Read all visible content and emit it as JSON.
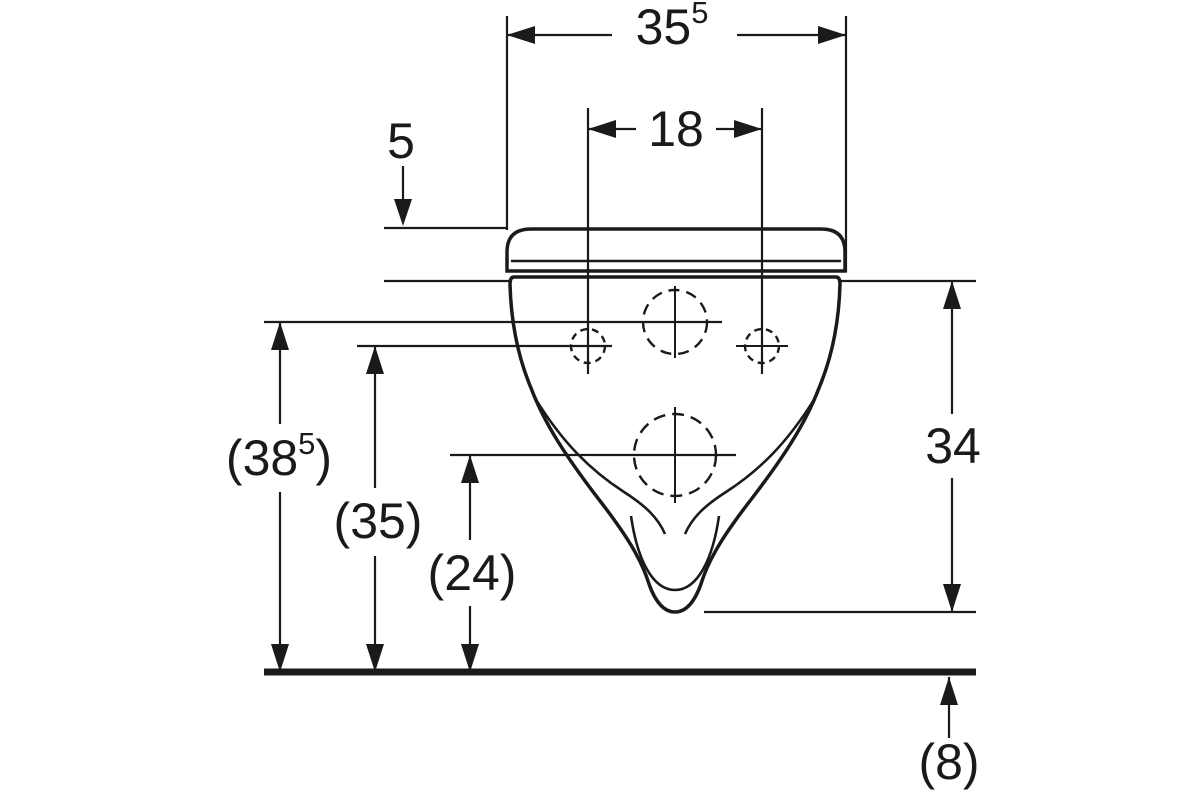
{
  "diagram": {
    "title": "wall-hung toilet front view dimensional drawing",
    "colors": {
      "line": "#1a1a1a",
      "background": "#ffffff"
    },
    "dimensions": {
      "width_total": {
        "main": "35",
        "sup": "5"
      },
      "bolt_spacing": {
        "main": "18"
      },
      "seat_offset": {
        "main": "5"
      },
      "height_supply": {
        "prefix": "(38",
        "sup": "5",
        "suffix": ")"
      },
      "height_bolts": {
        "main": "(35)"
      },
      "height_outlet": {
        "main": "(24)"
      },
      "height_body": {
        "main": "34"
      },
      "below_floor": {
        "main": "(8)"
      }
    }
  }
}
